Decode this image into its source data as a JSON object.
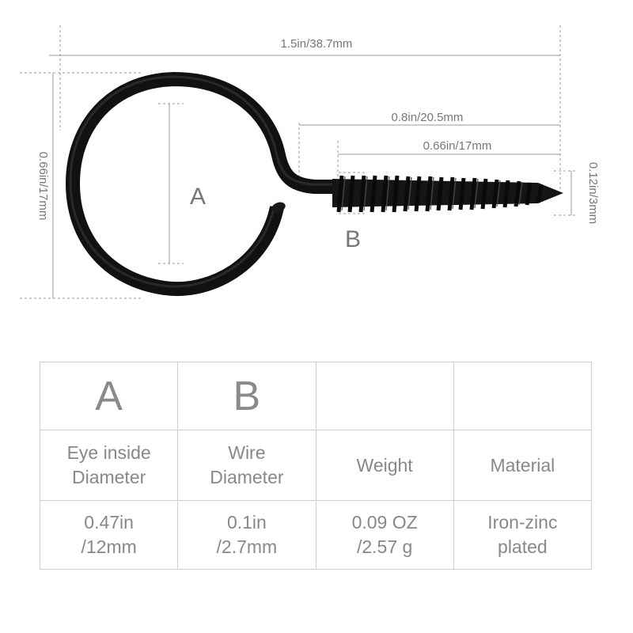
{
  "dimensions": {
    "overall_length": "1.5in/38.7mm",
    "shank_length": "0.8in/20.5mm",
    "thread_length": "0.66in/17mm",
    "eye_height": "0.66in/17mm",
    "thread_diameter": "0.12in/3mm"
  },
  "diagram_labels": {
    "a": "A",
    "b": "B"
  },
  "table": {
    "headers": [
      "A",
      "B",
      "",
      ""
    ],
    "labels": [
      [
        "Eye inside",
        "Diameter"
      ],
      [
        "Wire",
        "Diameter"
      ],
      [
        "Weight"
      ],
      [
        "Material"
      ]
    ],
    "values": [
      [
        "0.47in",
        "/12mm"
      ],
      [
        "0.1in",
        "/2.7mm"
      ],
      [
        "0.09 OZ",
        "/2.57 g"
      ],
      [
        "Iron-zinc",
        "plated"
      ]
    ]
  },
  "colors": {
    "hook": "#111111",
    "dimension_line": "#9a9a9a",
    "text": "#777777",
    "table_border": "#d0d0d0"
  }
}
